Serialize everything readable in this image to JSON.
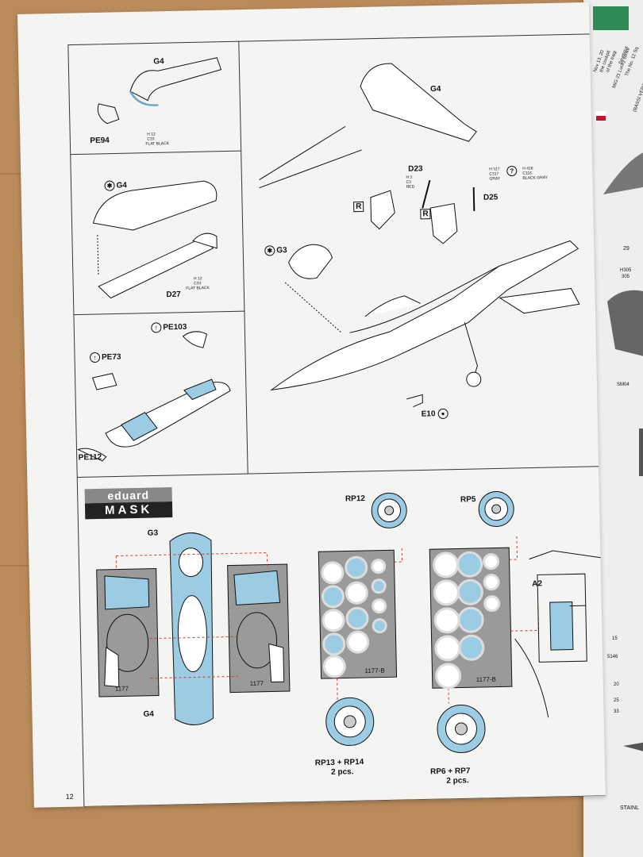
{
  "page": {
    "number": "12"
  },
  "logo": {
    "brand": "eduard",
    "product": "MASK"
  },
  "parts": {
    "g4_top": "G4",
    "pe94": "PE94",
    "pe94_paint_code": "H 12",
    "pe94_paint_code2": "C33",
    "pe94_paint_name": "FLAT BLACK",
    "g4_left": "G4",
    "d27": "D27",
    "d27_paint_code": "H 12",
    "d27_paint_code2": "C33",
    "d27_paint_name": "FLAT BLACK",
    "pe103": "PE103",
    "pe73": "PE73",
    "pe112": "PE112",
    "g4_main": "G4",
    "d23": "D23",
    "d23_paint_code": "H 3",
    "d23_paint_code2": "C3",
    "d23_paint_name": "RED",
    "d25": "D25",
    "gray_code": "H 317",
    "gray_code2": "C317",
    "gray_name": "GRAY",
    "black_gray_code": "H 416",
    "black_gray_code2": "C116",
    "black_gray_name": "BLACK GRAY",
    "g3": "G3",
    "e10": "E10",
    "seat_marker": "R"
  },
  "mask": {
    "g3": "G3",
    "g4": "G4",
    "sheet_code": "1177",
    "sheet_code_b": "1177-B",
    "rp12": "RP12",
    "rp5": "RP5",
    "a2": "A2",
    "rp13_14": "RP13 + RP14",
    "rp13_14_qty": "2 pcs.",
    "rp6_7": "RP6 + RP7",
    "rp6_7_qty": "2 pcs."
  },
  "right_page": {
    "text_lines": [
      "Nov 13, 20",
      "the cockpit",
      "of the Iraqi",
      "MiG-21 Lucky Strike",
      "Seymour",
      "...",
      "The No. 12 Sq",
      "...",
      "(BASSI VERZI TEXTU"
    ],
    "numbers": [
      "29",
      "H305",
      "305",
      "SM04",
      "15",
      "5146",
      "20",
      "25",
      "33"
    ],
    "footer": "STAINL"
  },
  "colors": {
    "mask_blue": "#9ccbe4",
    "mask_gray": "#9a9a9a",
    "guide_red": "#d43a2a",
    "line": "#111111"
  }
}
